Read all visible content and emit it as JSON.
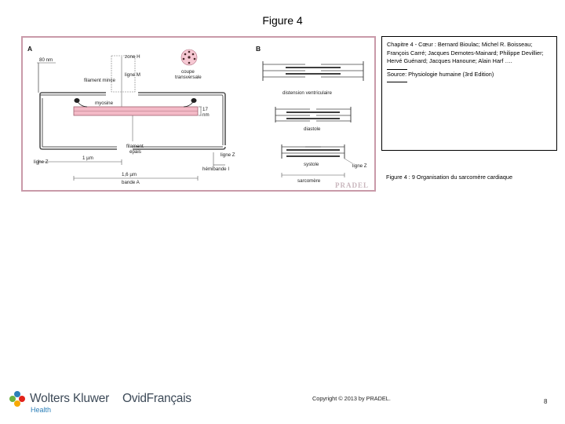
{
  "slide": {
    "title": "Figure 4",
    "page_number": "8"
  },
  "figure": {
    "panel_a_label": "A",
    "panel_b_label": "B",
    "labels_a": {
      "nm80": "80 nm",
      "zone_h": "zone H",
      "ligne_m": "ligne M",
      "filament_mince": "filament mince",
      "coupe": "coupe",
      "transversale": "transversale",
      "myosine": "myosine",
      "nm17_1": "17",
      "nm17_2": "nm",
      "filament": "filament",
      "epais": "épais",
      "um1": "1 µm",
      "ligne_z_left": "ligne Z",
      "ligne_z_right": "ligne Z",
      "hemibande": "hémibande I",
      "um16": "1,6 µm",
      "bande_a": "bande A"
    },
    "labels_b": {
      "distension": "distension ventriculaire",
      "diastole": "diastole",
      "systole": "systole",
      "ligne_z": "ligne Z",
      "sarcomere": "sarcomère"
    },
    "watermark": "PRADEL"
  },
  "info": {
    "chapter_text": "Chapitre 4 - Cœur : Bernard Bioulac; Michel R. Boisseau; François Carré; Jacques Demotes-Mainard; Philippe Devillier; Hervé Guénard; Jacques Hanoune; Alain Harf ….",
    "source_text": "Source: Physiologie humaine (3rd Edition)"
  },
  "caption": "Figure 4 : 9 Organisation du sarcomère cardiaque",
  "footer": {
    "wk_name": "Wolters Kluwer",
    "wk_sub": "Health",
    "ovid": "OvidFrançais",
    "copyright": "Copyright © 2013 by PRADEL."
  },
  "colors": {
    "frame_border": "#c99aa9",
    "thick_filament": "#f3b9c6",
    "wk_blue": "#2c7fb8"
  }
}
